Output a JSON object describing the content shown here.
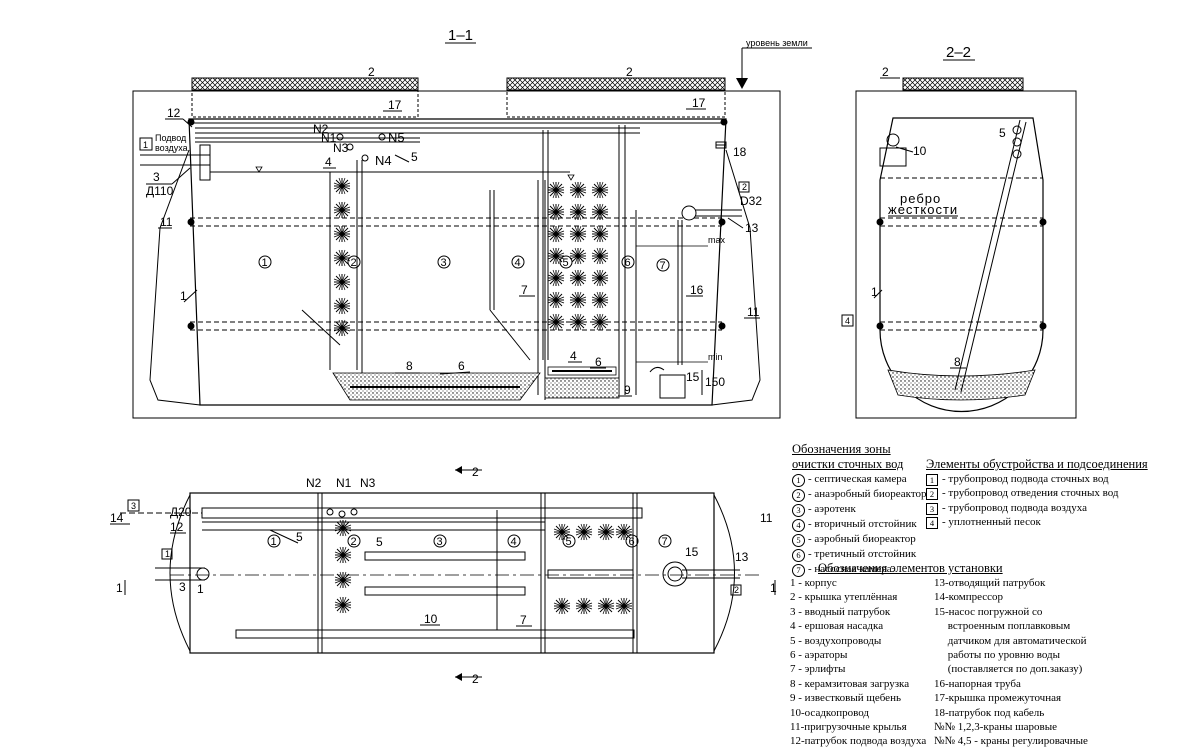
{
  "views": {
    "section_1": "1–1",
    "section_2": "2–2"
  },
  "ground_label": "уровень земли",
  "stiffener_label": [
    "ребро",
    "жесткости"
  ],
  "level_max": "max",
  "level_min": "min",
  "dim_150": "150",
  "pipe_d110": "Д110",
  "pipe_d32": "D32",
  "pipe_d20": "Д20",
  "air_inlet_label": [
    "Подвод",
    "воздуха"
  ],
  "valves": {
    "n1": "N1",
    "n2": "N2",
    "n3": "N3",
    "n4": "N4",
    "n5": "N5"
  },
  "plan_section_mark": "1",
  "plan_cut_mark": "2",
  "zones_legend": {
    "title_line1": "Обозначения зоны",
    "title_line2": "очистки сточных вод",
    "items": [
      {
        "num": "1",
        "text": "- септическая камера"
      },
      {
        "num": "2",
        "text": "- анаэробный биореактор"
      },
      {
        "num": "3",
        "text": "- аэротенк"
      },
      {
        "num": "4",
        "text": "- вторичный отстойник"
      },
      {
        "num": "5",
        "text": "- аэробный биореактор"
      },
      {
        "num": "6",
        "text": "- третичный отстойник"
      },
      {
        "num": "7",
        "text": "- насосная камера"
      }
    ]
  },
  "connections_legend": {
    "title": "Элементы обустройства и подсоединения",
    "items": [
      {
        "num": "1",
        "text": "- трубопровод подвода сточных вод"
      },
      {
        "num": "2",
        "text": "- трубопровод отведения сточных вод"
      },
      {
        "num": "3",
        "text": "- трубопровод подвода воздуха"
      },
      {
        "num": "4",
        "text": "- уплотненный песок"
      }
    ]
  },
  "elements_legend": {
    "title": "Обозначения элементов установки",
    "col1": [
      "1 - корпус",
      "2 - крышка утеплённая",
      "3 - вводный патрубок",
      "4 - ершовая насадка",
      "5 - воздухопроводы",
      "6 - аэраторы",
      "7 - эрлифты",
      "8 - керамзитовая загрузка",
      "9 - известковый щебень",
      "10-осадкопровод",
      "11-пригрузочные крылья",
      "12-патрубок подвода воздуха"
    ],
    "col2": [
      "13-отводящий патрубок",
      "14-компрессор",
      "15-насос погружной со",
      "     встроенным поплавковым",
      "     датчиком для автоматической",
      "     работы по уровню воды",
      "     (поставляется по доп.заказу)",
      "16-напорная труба",
      "17-крышка промежуточная",
      "18-патрубок под кабель",
      "№№ 1,2,3-краны шаровые",
      "№№ 4,5 - краны регулировачные"
    ]
  }
}
